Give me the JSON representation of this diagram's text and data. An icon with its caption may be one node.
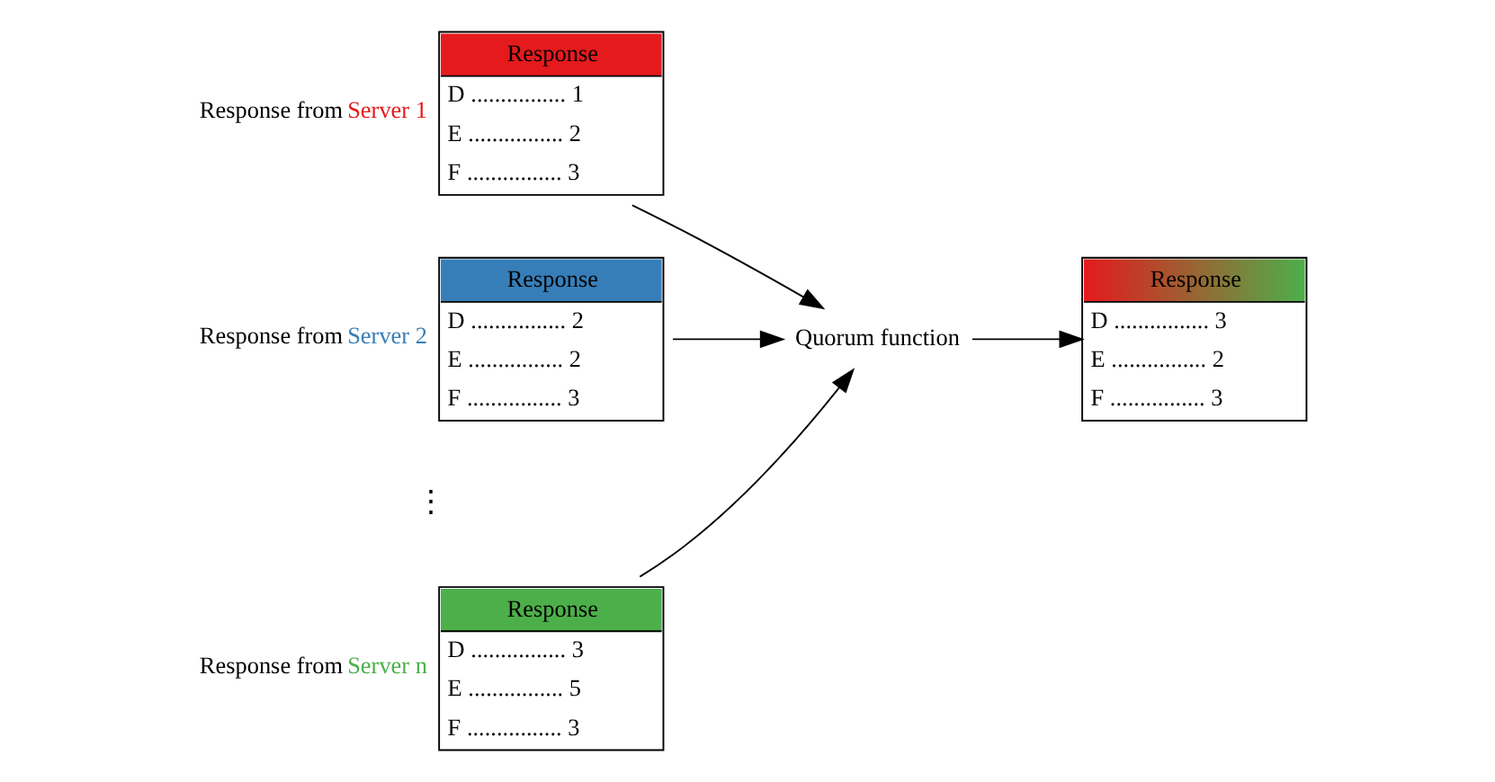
{
  "diagram": {
    "nodes": [
      {
        "text": [
          "Response",
          "D ................ 1",
          "E ................ 2",
          "F ................ 3"
        ],
        "beside": [
          "Response from Server 1"
        ]
      },
      {
        "text": [
          "Response",
          "D ................ 2",
          "E ................ 2",
          "F ................ 3"
        ],
        "beside": [
          "Response from Server 2"
        ]
      },
      {
        "text": [
          "Response",
          "D ................ 3",
          "E ................ 5",
          "F ................ 3"
        ],
        "beside": [
          "Response from Server n"
        ]
      },
      {
        "text": [
          "Quorum function"
        ]
      },
      {
        "text": [
          "Response",
          "D ................ 3",
          "E ................ 2",
          "F ................ 3"
        ]
      }
    ],
    "edges": [
      {
        "from": 0,
        "to": 3,
        "arrow": "to"
      },
      {
        "from": 1,
        "to": 3,
        "arrow": "to"
      },
      {
        "from": 2,
        "to": 3,
        "arrow": "to"
      },
      {
        "from": 3,
        "to": 4,
        "arrow": "to"
      }
    ],
    "labels": [
      "⋮"
    ]
  }
}
